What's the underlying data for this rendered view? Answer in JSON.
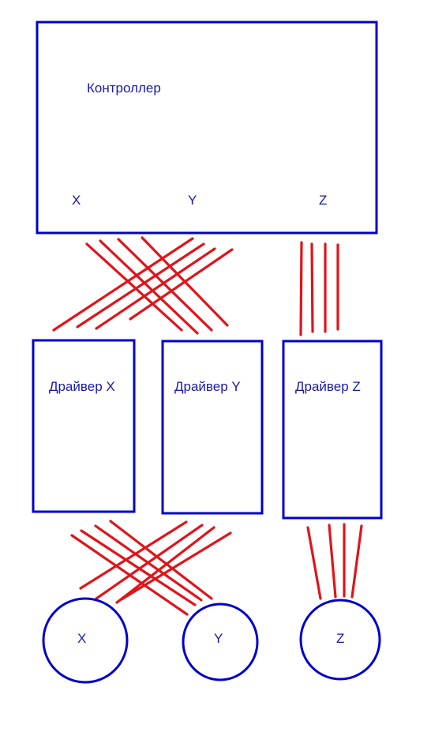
{
  "controller": {
    "title": "Контроллер",
    "port_x": "X",
    "port_y": "Y",
    "port_z": "Z"
  },
  "drivers": {
    "x": "Драйвер X",
    "y": "Драйвер Y",
    "z": "Драйвер Z"
  },
  "motors": {
    "x": "X",
    "y": "Y",
    "z": "Z"
  },
  "colors": {
    "outline": "#0000cc",
    "text": "#1a1aaa",
    "wire": "#e0141a",
    "background": "#ffffff"
  }
}
